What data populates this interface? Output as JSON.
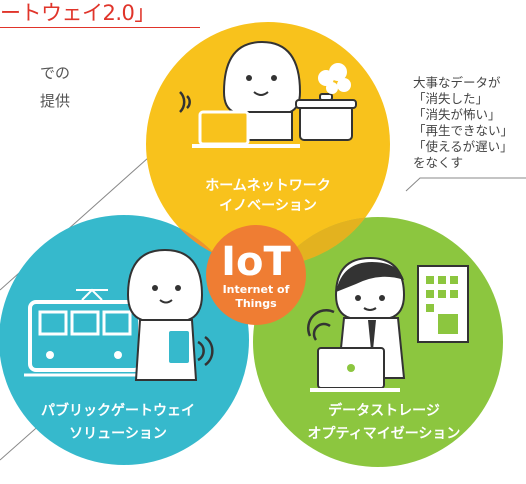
{
  "title": "ートウェイ2.0」",
  "left_text": [
    "での",
    "提供"
  ],
  "circles": [
    {
      "key": "home",
      "lines": [
        "ホームネットワーク",
        "イノベーション"
      ],
      "color": "#f8c21c"
    },
    {
      "key": "public",
      "lines": [
        "パブリックゲートウェイ",
        "ソリューション"
      ],
      "color": "#36b9cc"
    },
    {
      "key": "storage",
      "lines": [
        "データストレージ",
        "オプティマイゼーション"
      ],
      "color": "#8cc63f"
    }
  ],
  "center": {
    "title": "IoT",
    "subtitle_1": "Internet of",
    "subtitle_2": "Things",
    "color": "#ef7d33"
  },
  "note": {
    "lines": [
      "大事なデータが",
      "「消失した」",
      "「消失が怖い」",
      "「再生できない」",
      "「使えるが遅い」",
      "をなくす"
    ]
  },
  "colors": {
    "title": "#e0342a",
    "note_text": "#444444",
    "outline": "#333333"
  }
}
